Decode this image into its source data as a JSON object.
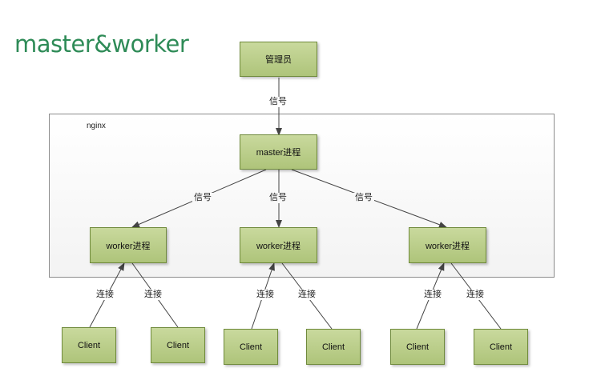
{
  "title": "master&worker",
  "container_label": "nginx",
  "nodes": {
    "admin": "管理员",
    "master": "master进程",
    "worker1": "worker进程",
    "worker2": "worker进程",
    "worker3": "worker进程",
    "client1": "Client",
    "client2": "Client",
    "client3": "Client",
    "client4": "Client",
    "client5": "Client",
    "client6": "Client"
  },
  "edge_labels": {
    "admin_master": "信号",
    "master_worker1": "信号",
    "master_worker2": "信号",
    "master_worker3": "信号",
    "conn1": "连接",
    "conn2": "连接",
    "conn3": "连接",
    "conn4": "连接",
    "conn5": "连接",
    "conn6": "连接"
  }
}
